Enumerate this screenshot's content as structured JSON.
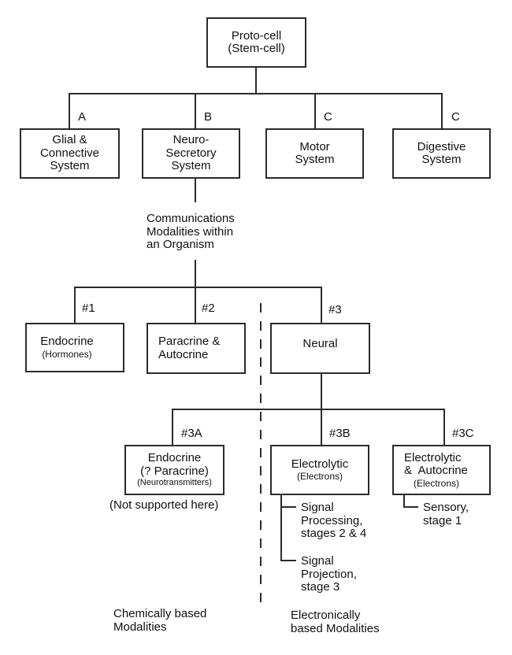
{
  "root_box": {
    "line1": "Proto-cell",
    "line2": "(Stem-cell)"
  },
  "level1": {
    "tags": [
      "A",
      "B",
      "C",
      "C"
    ],
    "glial": [
      "Glial &",
      "Connective",
      "System"
    ],
    "neuro": [
      "Neuro-",
      "Secretory",
      "System"
    ],
    "motor": [
      "Motor",
      "System"
    ],
    "digestive": [
      "Digestive",
      "System"
    ]
  },
  "comm_label": [
    "Communications",
    "Modalities within",
    "an Organism"
  ],
  "level2": {
    "tags": [
      "#1",
      "#2",
      "#3"
    ],
    "endocrine": {
      "main": "Endocrine",
      "sub": "(Hormones)"
    },
    "paracrine": [
      "Paracrine &",
      "Autocrine"
    ],
    "neural": "Neural"
  },
  "level3": {
    "tags": [
      "#3A",
      "#3B",
      "#3C"
    ],
    "endocrine2": {
      "line1": "Endocrine",
      "line2": "(? Paracrine)",
      "sub": "(Neurotransmitters)"
    },
    "electrolytic": {
      "main": "Electrolytic",
      "sub": "(Electrons)"
    },
    "electro_autocrine": {
      "line1": "Electrolytic",
      "line2": "&  Autocrine",
      "sub": "(Electrons)"
    }
  },
  "annotations": {
    "not_supported": "(Not supported here)",
    "signal_processing": [
      "Signal",
      "Processing,",
      "stages 2 & 4"
    ],
    "signal_projection": [
      "Signal",
      "Projection,",
      "stage 3"
    ],
    "sensory": [
      "Sensory,",
      "stage 1"
    ],
    "chemical": [
      "Chemically based",
      "Modalities"
    ],
    "electronic": [
      "Electronically",
      "based Modalities"
    ]
  },
  "colors": {
    "line": "#2b2b2b",
    "text": "#111111",
    "background": "#ffffff"
  }
}
